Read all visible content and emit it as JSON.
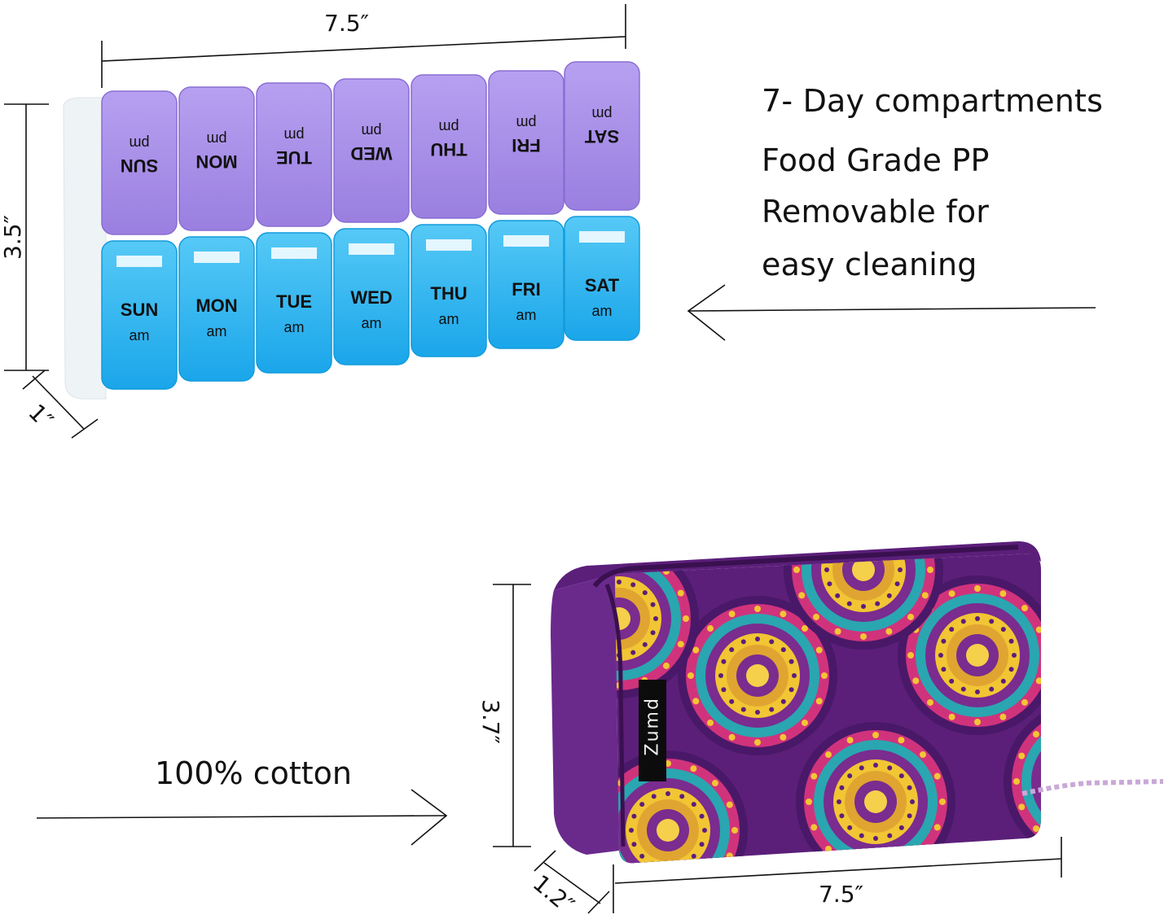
{
  "pill_box": {
    "dimensions": {
      "width": "7.5″",
      "height": "3.5″",
      "depth": "1″"
    },
    "top_row_period": "pm",
    "bottom_row_period": "am",
    "days": [
      "SUN",
      "MON",
      "TUE",
      "WED",
      "THU",
      "FRI",
      "SAT"
    ],
    "colors": {
      "lid_top": "#a98fe6",
      "lid_bottom": "#2fb4f0",
      "base": "#eef3f6"
    }
  },
  "features": [
    "7- Day compartments",
    "Food Grade PP",
    "Removable for",
    "easy cleaning"
  ],
  "pouch": {
    "brand_tag": "Zumd",
    "material": "100% cotton",
    "dimensions": {
      "height": "3.7″",
      "width": "7.5″",
      "depth": "1.2″"
    },
    "colors": {
      "base": "#5b1f7a",
      "accent_yellow": "#f2c534",
      "accent_pink": "#d0337c",
      "accent_teal": "#2aa6b0"
    }
  }
}
